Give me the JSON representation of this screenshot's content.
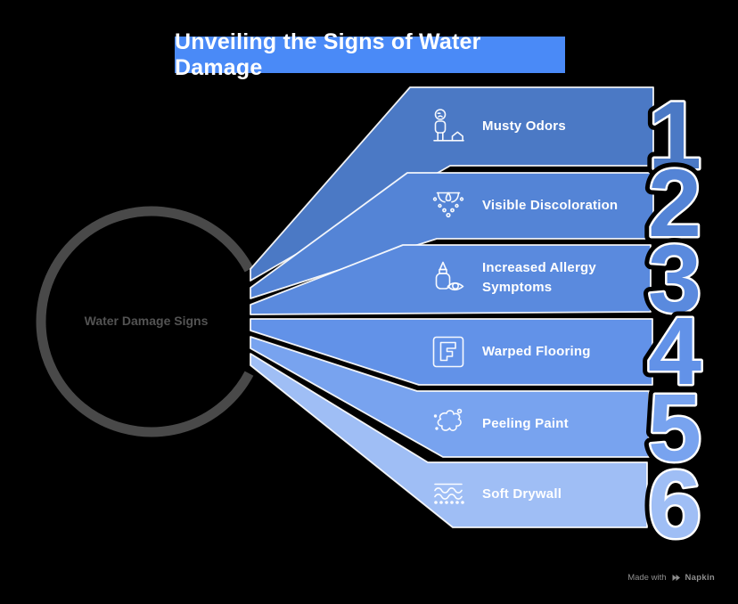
{
  "background_color": "#000000",
  "title": {
    "text": "Unveiling the Signs of Water Damage",
    "bg_color": "#4a8af7",
    "text_color": "#ffffff"
  },
  "hub": {
    "label": "Water Damage Signs",
    "ring_color": "#494949",
    "label_color": "#535353"
  },
  "items": [
    {
      "number": "1",
      "label": "Musty Odors",
      "color": "#4b79c5",
      "icon": "person-house-icon"
    },
    {
      "number": "2",
      "label": "Visible Discoloration",
      "color": "#5484d6",
      "icon": "ceiling-drip-icon"
    },
    {
      "number": "3",
      "label": "Increased Allergy Symptoms",
      "color": "#5a8ade",
      "icon": "eye-drops-icon"
    },
    {
      "number": "4",
      "label": "Warped Flooring",
      "color": "#6292e8",
      "icon": "flooring-plan-icon"
    },
    {
      "number": "5",
      "label": "Peeling Paint",
      "color": "#78a3ef",
      "icon": "paint-splat-icon"
    },
    {
      "number": "6",
      "label": "Soft Drywall",
      "color": "#9fbef5",
      "icon": "drywall-texture-icon"
    }
  ],
  "footer": {
    "prefix": "Made with",
    "brand": "Napkin",
    "color": "#8f8f8f"
  }
}
